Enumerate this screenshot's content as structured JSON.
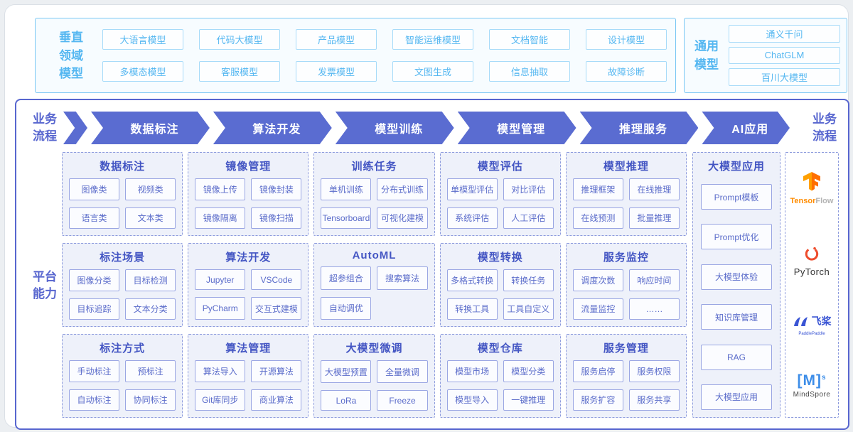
{
  "colors": {
    "light_blue_text": "#55b7f1",
    "light_blue_border": "#7ac7f4",
    "purple_accent": "#5866cf",
    "arrow_bg": "#5a6cd1",
    "panel_bg": "#eef1fa",
    "panel_title": "#4355c3",
    "chip_text": "#5a6bca",
    "tensorflow_orange": "#ff6f00",
    "pytorch_orange": "#ee4c2c",
    "paddle_blue": "#3a55d4",
    "mindspore_blue": "#3d8de8"
  },
  "vertical_models": {
    "label": "垂直\n领域\n模型",
    "row1": [
      "大语言模型",
      "代码大模型",
      "产品模型",
      "智能运维模型",
      "文档智能",
      "设计模型"
    ],
    "row2": [
      "多模态模型",
      "客服模型",
      "发票模型",
      "文图生成",
      "信息抽取",
      "故障诊断"
    ]
  },
  "general_models": {
    "label": "通用\n模型",
    "items": [
      "通义千问",
      "ChatGLM",
      "百川大模型"
    ]
  },
  "process": {
    "left_label": "业务\n流程",
    "right_label": "业务\n流程",
    "steps": [
      "数据标注",
      "算法开发",
      "模型训练",
      "模型管理",
      "推理服务",
      "AI应用"
    ]
  },
  "platform": {
    "label": "平台\n能力",
    "panels": [
      {
        "title": "数据标注",
        "chips": [
          "图像类",
          "视频类",
          "语言类",
          "文本类"
        ]
      },
      {
        "title": "镜像管理",
        "chips": [
          "镜像上传",
          "镜像封装",
          "镜像隔离",
          "镜像扫描"
        ]
      },
      {
        "title": "训练任务",
        "chips": [
          "单机训练",
          "分布式训练",
          "Tensorboard",
          "可视化建模"
        ]
      },
      {
        "title": "模型评估",
        "chips": [
          "单模型评估",
          "对比评估",
          "系统评估",
          "人工评估"
        ]
      },
      {
        "title": "模型推理",
        "chips": [
          "推理框架",
          "在线推理",
          "在线预测",
          "批量推理"
        ]
      },
      {
        "title": "标注场景",
        "chips": [
          "图像分类",
          "目标检测",
          "目标追踪",
          "文本分类"
        ]
      },
      {
        "title": "算法开发",
        "chips": [
          "Jupyter",
          "VSCode",
          "PyCharm",
          "交互式建模"
        ]
      },
      {
        "title": "AutoML",
        "chips": [
          "超参组合",
          "搜索算法",
          "自动调优"
        ]
      },
      {
        "title": "模型转换",
        "chips": [
          "多格式转换",
          "转换任务",
          "转换工具",
          "工具自定义"
        ]
      },
      {
        "title": "服务监控",
        "chips": [
          "调度次数",
          "响应时间",
          "流量监控",
          "……"
        ]
      },
      {
        "title": "标注方式",
        "chips": [
          "手动标注",
          "预标注",
          "自动标注",
          "协同标注"
        ]
      },
      {
        "title": "算法管理",
        "chips": [
          "算法导入",
          "开源算法",
          "Git库同步",
          "商业算法"
        ]
      },
      {
        "title": "大模型微调",
        "chips": [
          "大模型预置",
          "全量微调",
          "LoRa",
          "Freeze"
        ]
      },
      {
        "title": "模型仓库",
        "chips": [
          "模型市场",
          "模型分类",
          "模型导入",
          "一键推理"
        ]
      },
      {
        "title": "服务管理",
        "chips": [
          "服务启停",
          "服务权限",
          "服务扩容",
          "服务共享"
        ]
      }
    ]
  },
  "llm_apps": {
    "title": "大模型应用",
    "items": [
      "Prompt模板",
      "Prompt优化",
      "大模型体验",
      "知识库管理",
      "RAG",
      "大模型应用"
    ]
  },
  "frameworks": {
    "tensorflow": {
      "brand_part1": "Tensor",
      "brand_part2": "Flow"
    },
    "pytorch": {
      "label": "PyTorch"
    },
    "paddle": {
      "label": "飞桨",
      "sublabel": "PaddlePaddle"
    },
    "mindspore": {
      "logo": "[M]",
      "logo_sup": "s",
      "label": "MindSpore"
    }
  }
}
